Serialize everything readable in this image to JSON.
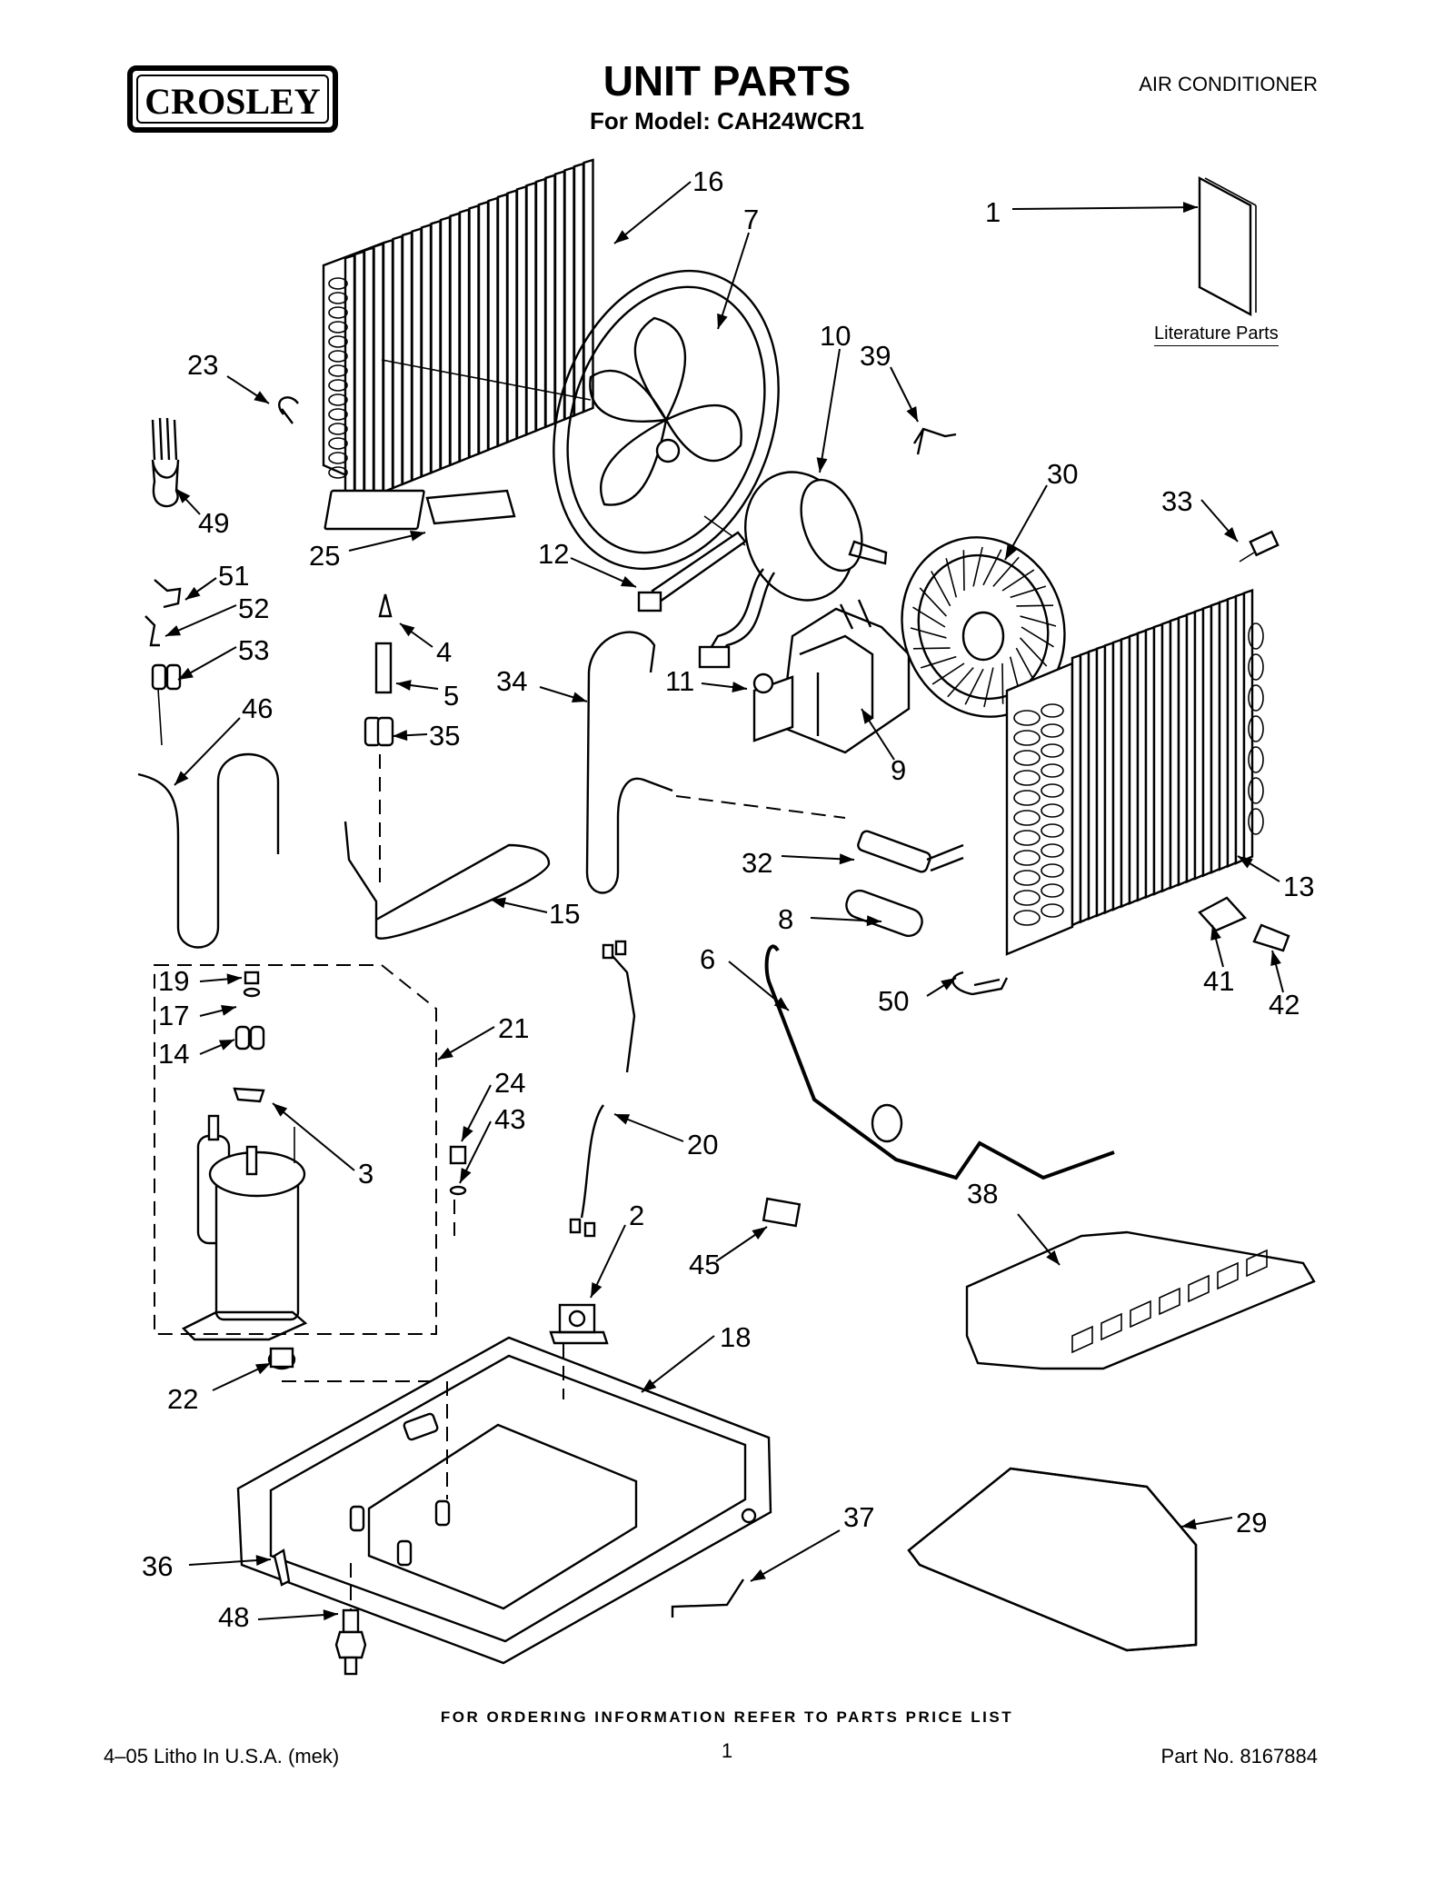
{
  "header": {
    "brand": "CROSLEY",
    "title": "UNIT PARTS",
    "model_line": "For Model: CAH24WCR1",
    "category": "AIR CONDITIONER"
  },
  "literature_label": "Literature Parts",
  "callouts": {
    "c1": "1",
    "c2": "2",
    "c3": "3",
    "c4": "4",
    "c5": "5",
    "c6": "6",
    "c7": "7",
    "c8": "8",
    "c9": "9",
    "c10": "10",
    "c11": "11",
    "c12": "12",
    "c13": "13",
    "c14": "14",
    "c15": "15",
    "c16": "16",
    "c17": "17",
    "c18": "18",
    "c19": "19",
    "c20": "20",
    "c21": "21",
    "c22": "22",
    "c23": "23",
    "c24": "24",
    "c25": "25",
    "c29": "29",
    "c30": "30",
    "c32": "32",
    "c33": "33",
    "c34": "34",
    "c35": "35",
    "c36": "36",
    "c37": "37",
    "c38": "38",
    "c39": "39",
    "c41": "41",
    "c42": "42",
    "c43": "43",
    "c45": "45",
    "c46": "46",
    "c48": "48",
    "c49": "49",
    "c50": "50",
    "c51": "51",
    "c52": "52",
    "c53": "53"
  },
  "footer": {
    "ordering_note": "FOR ORDERING INFORMATION REFER TO PARTS PRICE LIST",
    "litho": "4–05 Litho In U.S.A. (mek)",
    "page_number": "1",
    "part_number": "Part No. 8167884"
  }
}
